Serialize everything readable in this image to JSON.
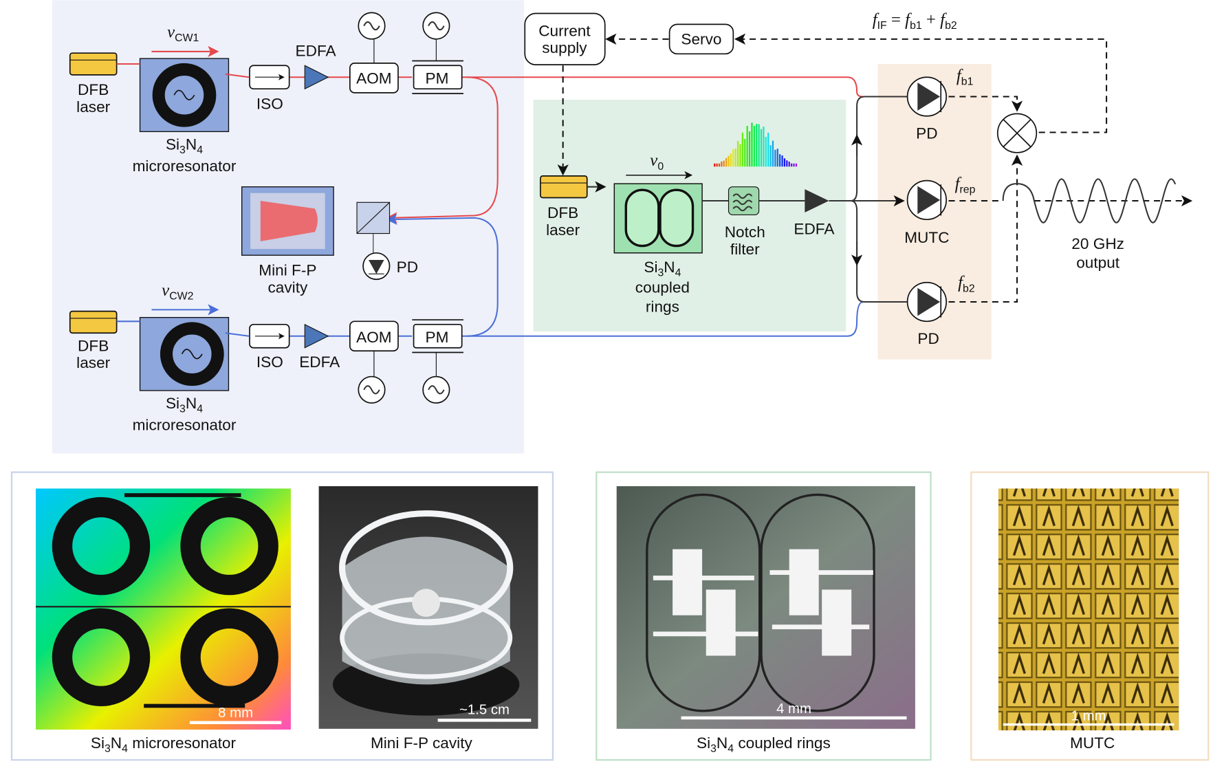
{
  "top_left": {
    "laser1": {
      "name": "DFB",
      "name2": "laser",
      "freq_symbol": "ν",
      "freq_sub": "CW1"
    },
    "laser2": {
      "name": "DFB",
      "name2": "laser",
      "freq_symbol": "ν",
      "freq_sub": "CW2"
    },
    "microresonator": {
      "si": "Si",
      "s3": "3",
      "n": "N",
      "s4": "4",
      "word": "microresonator"
    },
    "iso": "ISO",
    "edfa": "EDFA",
    "aom": "AOM",
    "pm": "PM",
    "cavity": {
      "line1": "Mini F-P",
      "line2": "cavity"
    },
    "pd": "PD"
  },
  "middle": {
    "current_supply": {
      "line1": "Current",
      "line2": "supply"
    },
    "servo": "Servo",
    "laser": {
      "line1": "DFB",
      "line2": "laser"
    },
    "freq_symbol": "ν",
    "freq_sub": "0",
    "coupled_rings": {
      "si": "Si",
      "s3": "3",
      "n": "N",
      "s4": "4",
      "line2": "coupled",
      "line3": "rings"
    },
    "notch": {
      "line1": "Notch",
      "line2": "filter"
    },
    "edfa": "EDFA"
  },
  "right": {
    "fif_equation": {
      "f": "f",
      "if": "IF",
      "eq": " = ",
      "b1": "b1",
      "plus": " + ",
      "b2": "b2"
    },
    "pd_top": "PD",
    "mutc": "MUTC",
    "pd_bottom": "PD",
    "fb1": {
      "f": "f",
      "sub": "b1"
    },
    "frep": {
      "f": "f",
      "sub": "rep"
    },
    "fb2": {
      "f": "f",
      "sub": "b2"
    },
    "output": {
      "line1": "20 GHz",
      "line2": "output"
    }
  },
  "photos": [
    {
      "caption_si": "Si",
      "caption_3": "3",
      "caption_n": "N",
      "caption_4": "4",
      "caption_rest": " microresonator",
      "scale": "8 mm"
    },
    {
      "caption": "Mini F-P cavity",
      "scale": "~1.5 cm"
    },
    {
      "caption_si": "Si",
      "caption_3": "3",
      "caption_n": "N",
      "caption_4": "4",
      "caption_rest": " coupled rings",
      "scale": "4 mm"
    },
    {
      "caption": "MUTC",
      "scale": "1 mm"
    }
  ],
  "colors": {
    "blue_panel": "#eef1f9",
    "green_panel": "#e1f0e6",
    "orange_panel": "#f9ece0",
    "red_path": "#e5484d",
    "blue_path": "#4a6fd8",
    "laser_yellow": "#f5c842"
  }
}
